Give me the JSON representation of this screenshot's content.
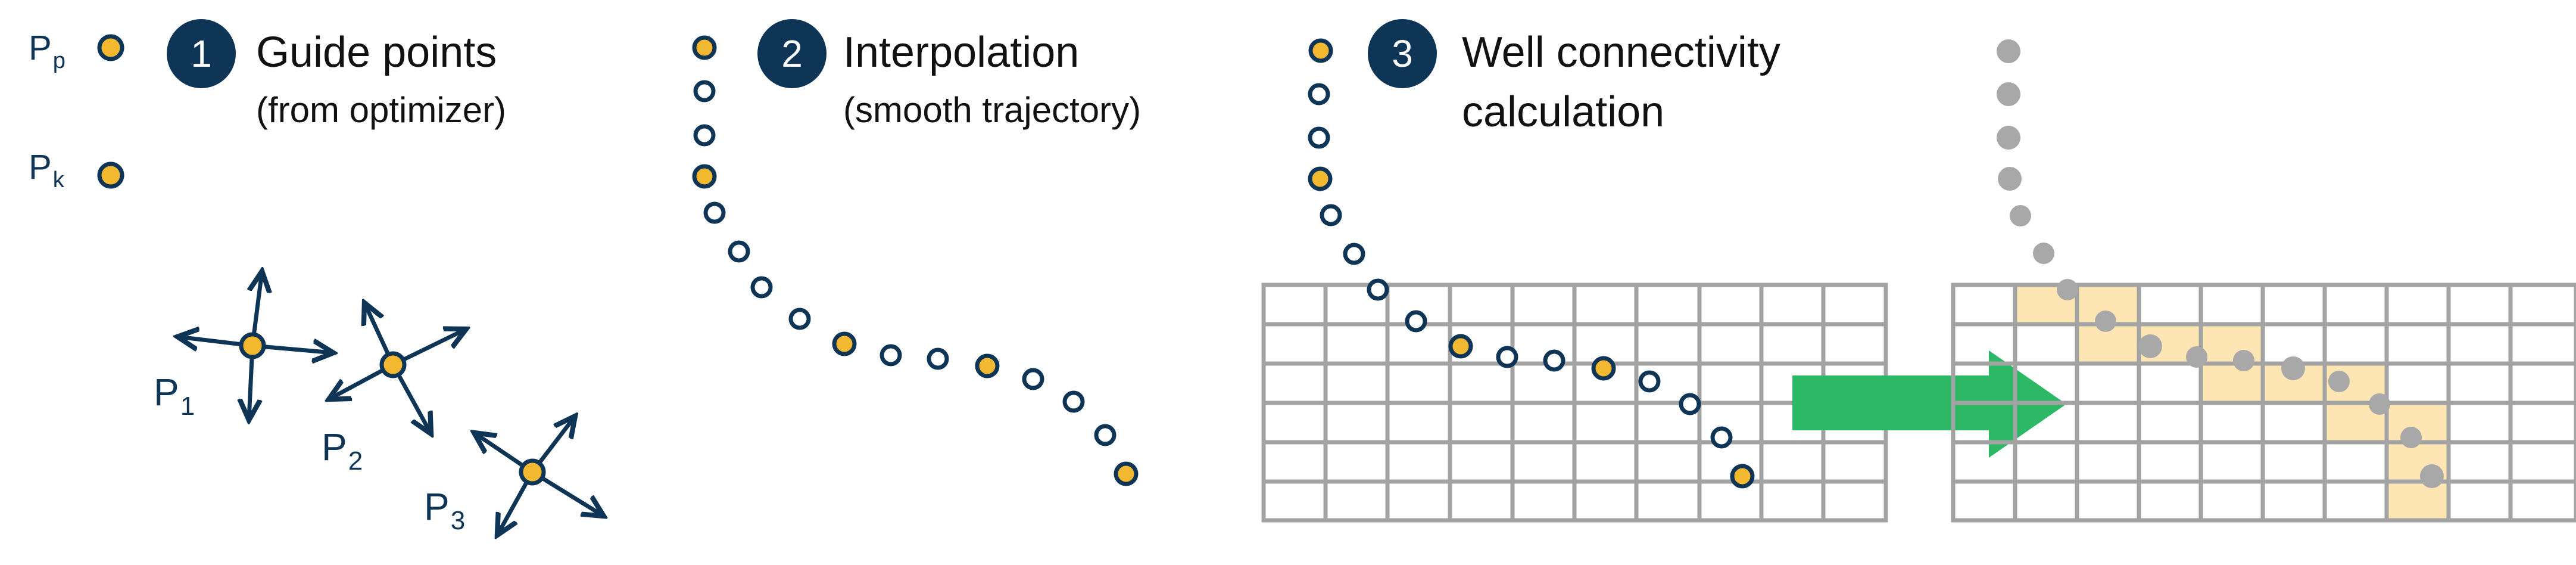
{
  "colors": {
    "navy": "#0f3556",
    "gold": "#f2b830",
    "grid": "#a3a3a3",
    "gray_point": "#a8a8a8",
    "highlight": "#fde6b4",
    "arrow": "#2db866"
  },
  "legend": {
    "pp_main": "P",
    "pp_sub": "p",
    "pk_main": "P",
    "pk_sub": "k"
  },
  "steps": [
    {
      "number": "1",
      "title": "Guide points",
      "subtitle": "(from optimizer)"
    },
    {
      "number": "2",
      "title": "Interpolation",
      "subtitle": "(smooth trajectory)"
    },
    {
      "number": "3",
      "title": "Well connectivity",
      "subtitle": "calculation"
    }
  ],
  "guide_points": [
    {
      "main": "P",
      "sub": "1"
    },
    {
      "main": "P",
      "sub": "2"
    },
    {
      "main": "P",
      "sub": "3"
    }
  ],
  "icons": {
    "perturbation": "four-arrows-icon",
    "flow": "right-arrow-icon"
  }
}
